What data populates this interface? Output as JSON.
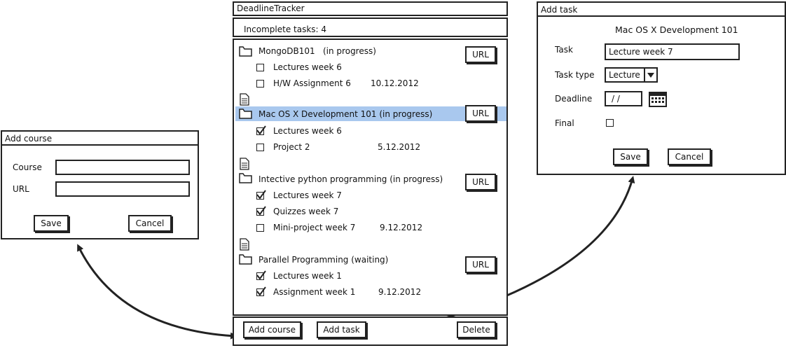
{
  "deadline_tracker": {
    "title": "DeadlineTracker",
    "incomplete_label": "Incomplete tasks: 4",
    "url_label": "URL",
    "courses": [
      {
        "name": "MongoDB101",
        "status": "(in progress)",
        "tasks": [
          {
            "label": "Lectures week 6",
            "checked": false,
            "date": ""
          },
          {
            "label": "H/W Assignment 6",
            "checked": false,
            "date": "10.12.2012"
          }
        ]
      },
      {
        "name": "Mac OS X Development 101 (in progress)",
        "status": "",
        "selected": true,
        "tasks": [
          {
            "label": "Lectures week 6",
            "checked": true,
            "date": ""
          },
          {
            "label": "Project 2",
            "checked": false,
            "date": "5.12.2012"
          }
        ]
      },
      {
        "name": "Intective python programming (in progress)",
        "status": "",
        "tasks": [
          {
            "label": "Lectures week 7",
            "checked": true,
            "date": ""
          },
          {
            "label": "Quizzes week 7",
            "checked": true,
            "date": ""
          },
          {
            "label": "Mini-project week 7",
            "checked": false,
            "date": "9.12.2012"
          }
        ]
      },
      {
        "name": "Parallel Programming (waiting)",
        "status": "",
        "tasks": [
          {
            "label": "Lectures week 1",
            "checked": true,
            "date": ""
          },
          {
            "label": "Assignment week 1",
            "checked": true,
            "date": "9.12.2012"
          }
        ]
      }
    ],
    "buttons": {
      "add_course": "Add course",
      "add_task": "Add task",
      "delete": "Delete"
    }
  },
  "add_course": {
    "title": "Add course",
    "course_label": "Course",
    "course_value": "",
    "url_label": "URL",
    "url_value": "",
    "save": "Save",
    "cancel": "Cancel"
  },
  "add_task": {
    "title": "Add task",
    "course_name": "Mac OS X Development 101",
    "task_label": "Task",
    "task_value": "Lecture week 7",
    "task_type_label": "Task type",
    "task_type_value": "Lecture",
    "deadline_label": "Deadline",
    "deadline_value": "/ /",
    "final_label": "Final",
    "final_checked": false,
    "save": "Save",
    "cancel": "Cancel"
  },
  "colors": {
    "selection": "#a9c8ee",
    "ink": "#222222"
  },
  "icons": [
    "folder-icon",
    "document-icon",
    "checkbox-icon",
    "calendar-icon",
    "dropdown-arrow-icon",
    "double-arrow-connector"
  ]
}
